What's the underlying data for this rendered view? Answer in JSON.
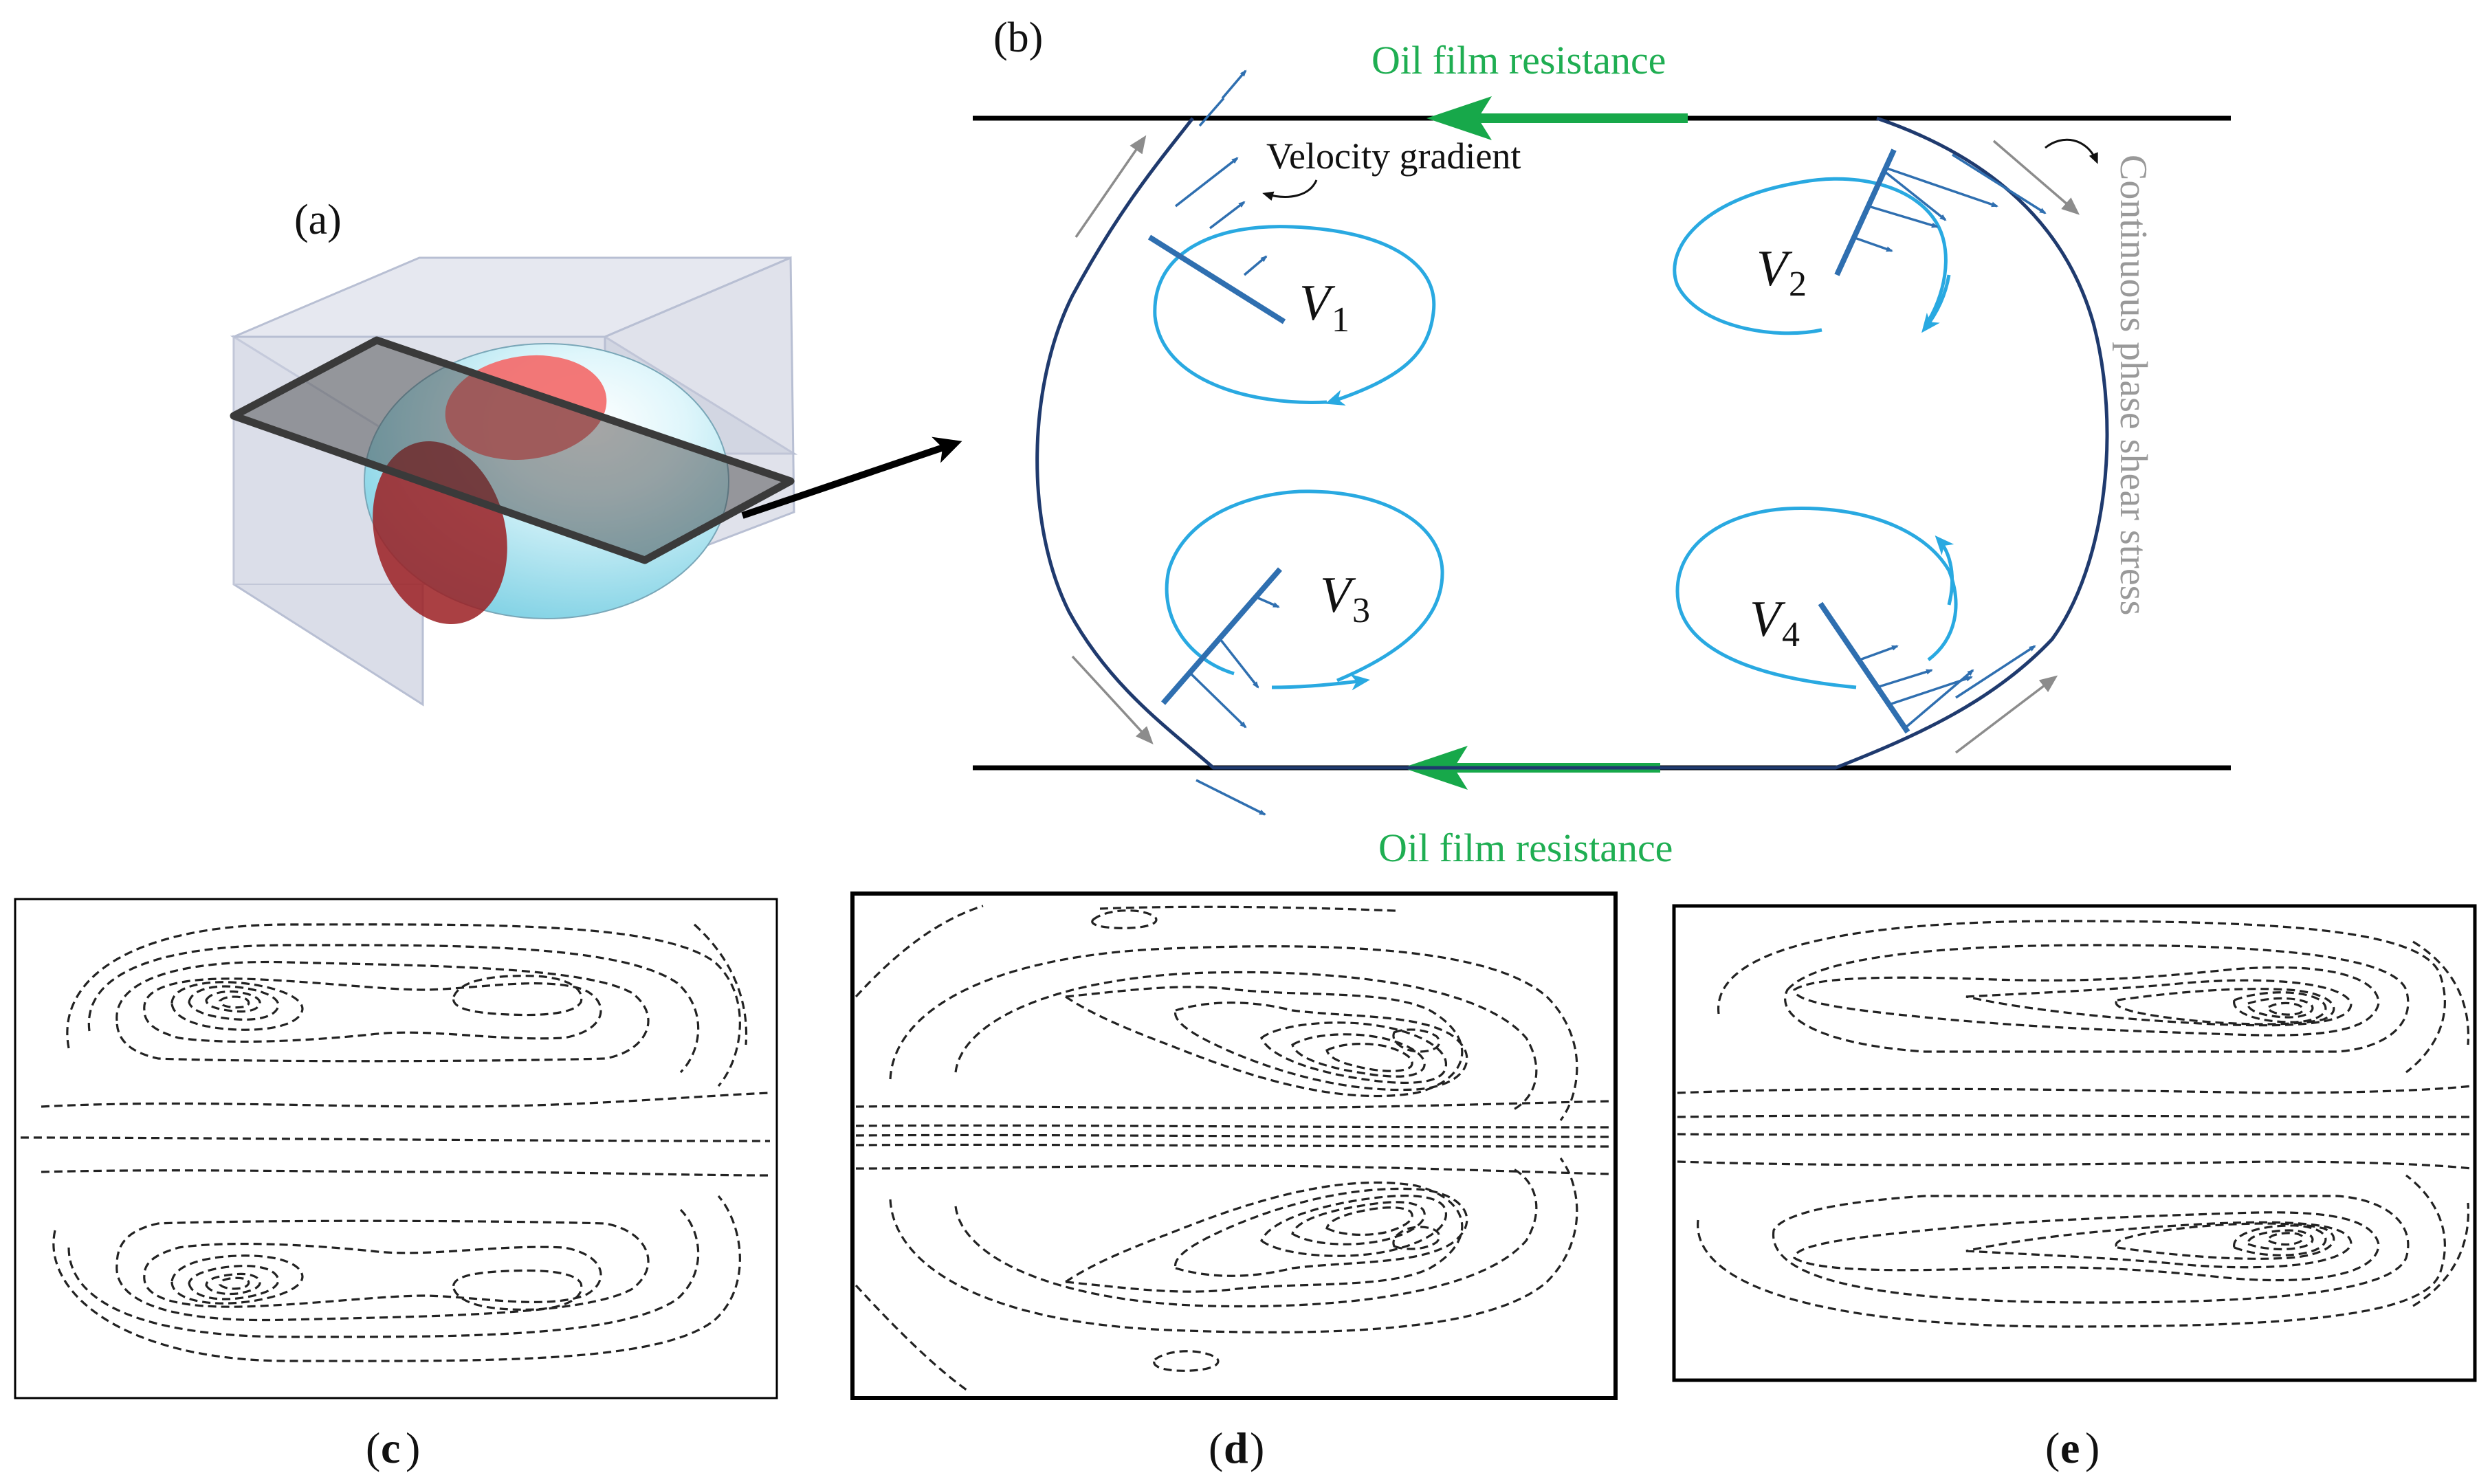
{
  "panels": {
    "a": "(a)",
    "b": "(b)",
    "c": "c",
    "d": "d",
    "e": "e"
  },
  "labels": {
    "oil_film_top": "Oil film resistance",
    "oil_film_bottom": "Oil film resistance",
    "velocity_gradient": "Velocity gradient",
    "shear_stress": "Continuous phase shear stress"
  },
  "vortices": [
    {
      "letter": "V",
      "sub": "1"
    },
    {
      "letter": "V",
      "sub": "2"
    },
    {
      "letter": "V",
      "sub": "3"
    },
    {
      "letter": "V",
      "sub": "4"
    }
  ],
  "colors": {
    "vortex": "#29a9e1",
    "droplet_outline": "#1f3a6e",
    "velocity_arrow": "#2f6fb0",
    "resistance_arrow": "#17a84a",
    "shear_arrow": "#8c8c8c"
  }
}
